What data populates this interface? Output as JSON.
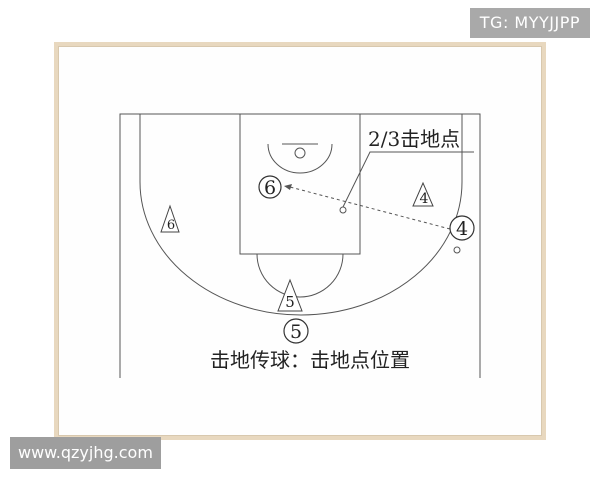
{
  "watermark_top": "TG: MYYJJPP",
  "watermark_bottom": "www.qzyjhg.com",
  "diagram": {
    "callout_label": "2/3击地点",
    "caption": "击地传球：击地点位置",
    "players": {
      "p6_circle": "6",
      "p6_triangle": "6",
      "p4_triangle": "4",
      "p4_circle": "4",
      "p5_triangle": "5",
      "p5_circle": "5"
    }
  },
  "colors": {
    "frame": "#e8d8bf",
    "lines": "#555555",
    "watermark_badge": "#a9a9a9"
  }
}
